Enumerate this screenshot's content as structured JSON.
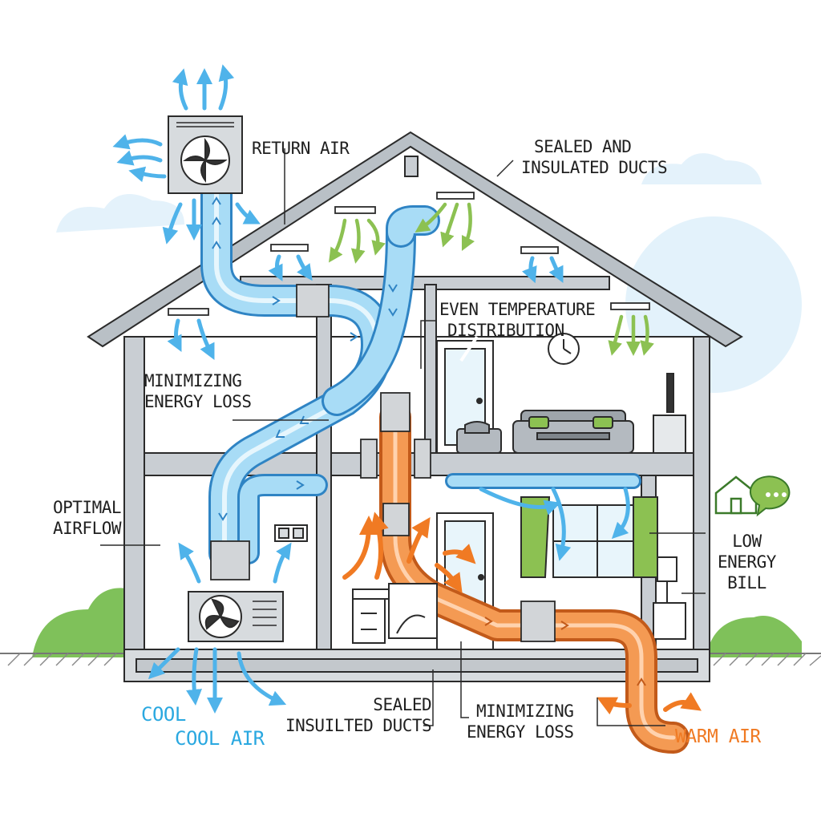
{
  "labels": {
    "return_air": "RETURN AIR",
    "sealed_top": [
      "SEALED AND",
      "INSULATED DUCTS"
    ],
    "even_temp": [
      "EVEN TEMPERATURE",
      "DISTRIBUTION"
    ],
    "min_loss_upper": [
      "MINIMIZING",
      "ENERGY LOSS"
    ],
    "optimal": [
      "OPTIMAL",
      "AIRFLOW"
    ],
    "low_bill": [
      "LOW",
      "ENERGY",
      "BILL"
    ],
    "cool": [
      "COOL",
      "COOL AIR"
    ],
    "sealed_bottom": [
      "SEALED",
      "INSUILTED DUCTS"
    ],
    "min_loss_lower": [
      "MINIMIZING",
      "ENERGY LOSS"
    ],
    "warm": "WARM AIR"
  },
  "colors": {
    "cool_duct": "#8fd0f3",
    "cool_outline": "#2f84c4",
    "warm_duct": "#f28a3c",
    "warm_outline": "#c25a1a",
    "green_arrow": "#8cc152",
    "frame": "#9aa3ab",
    "ink": "#2b2b2b"
  },
  "icons": [
    "fan-icon",
    "clock-icon",
    "house-icon",
    "speech-bubble-icon",
    "tv-icon",
    "sofa-icon",
    "window-icon",
    "door-icon"
  ]
}
